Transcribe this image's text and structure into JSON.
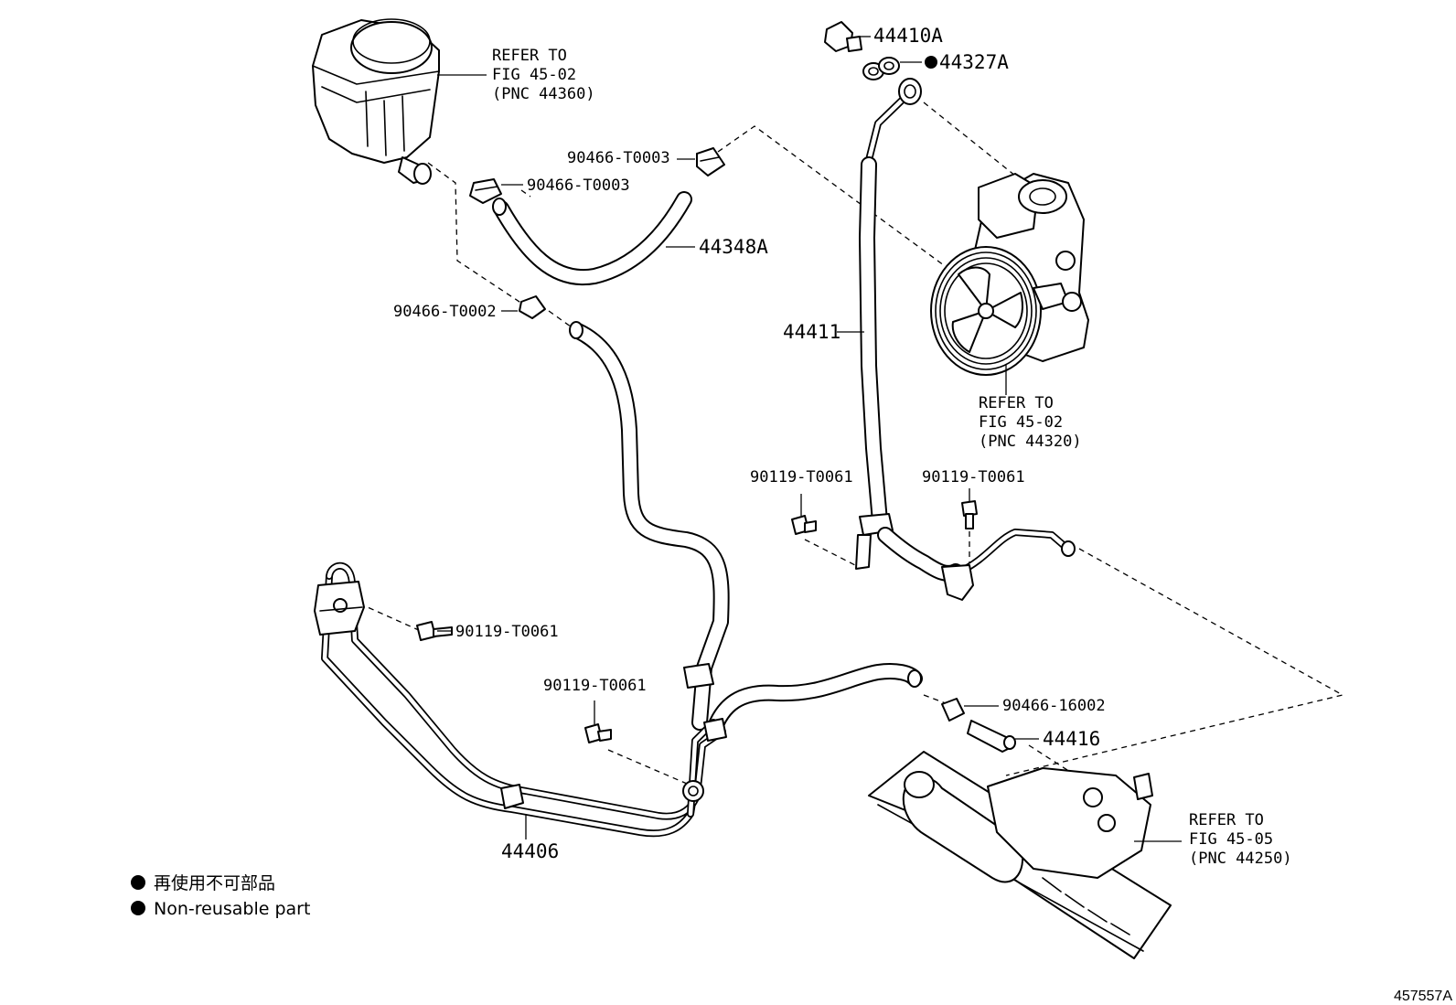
{
  "labels": {
    "refer_reservoir": [
      "REFER TO",
      "FIG 45-02",
      "(PNC 44360)"
    ],
    "refer_pump": [
      "REFER TO",
      "FIG 45-02",
      "(PNC 44320)"
    ],
    "refer_gear": [
      "REFER TO",
      "FIG 45-05",
      "(PNC 44250)"
    ],
    "p44410A": "44410A",
    "p44327A": "44327A",
    "clip_top_right": "90466-T0003",
    "clip_top_left": "90466-T0003",
    "p44348A": "44348A",
    "clip_lower": "90466-T0002",
    "p44411": "44411",
    "bolt_pump_left": "90119-T0061",
    "bolt_pump_right": "90119-T0061",
    "bolt_bracket_left": "90119-T0061",
    "bolt_center": "90119-T0061",
    "clip_return": "90466-16002",
    "p44416": "44416",
    "p44406": "44406"
  },
  "legend": {
    "jp": "再使用不可部品",
    "en": "Non-reusable part"
  },
  "illustration_code": "457557A"
}
